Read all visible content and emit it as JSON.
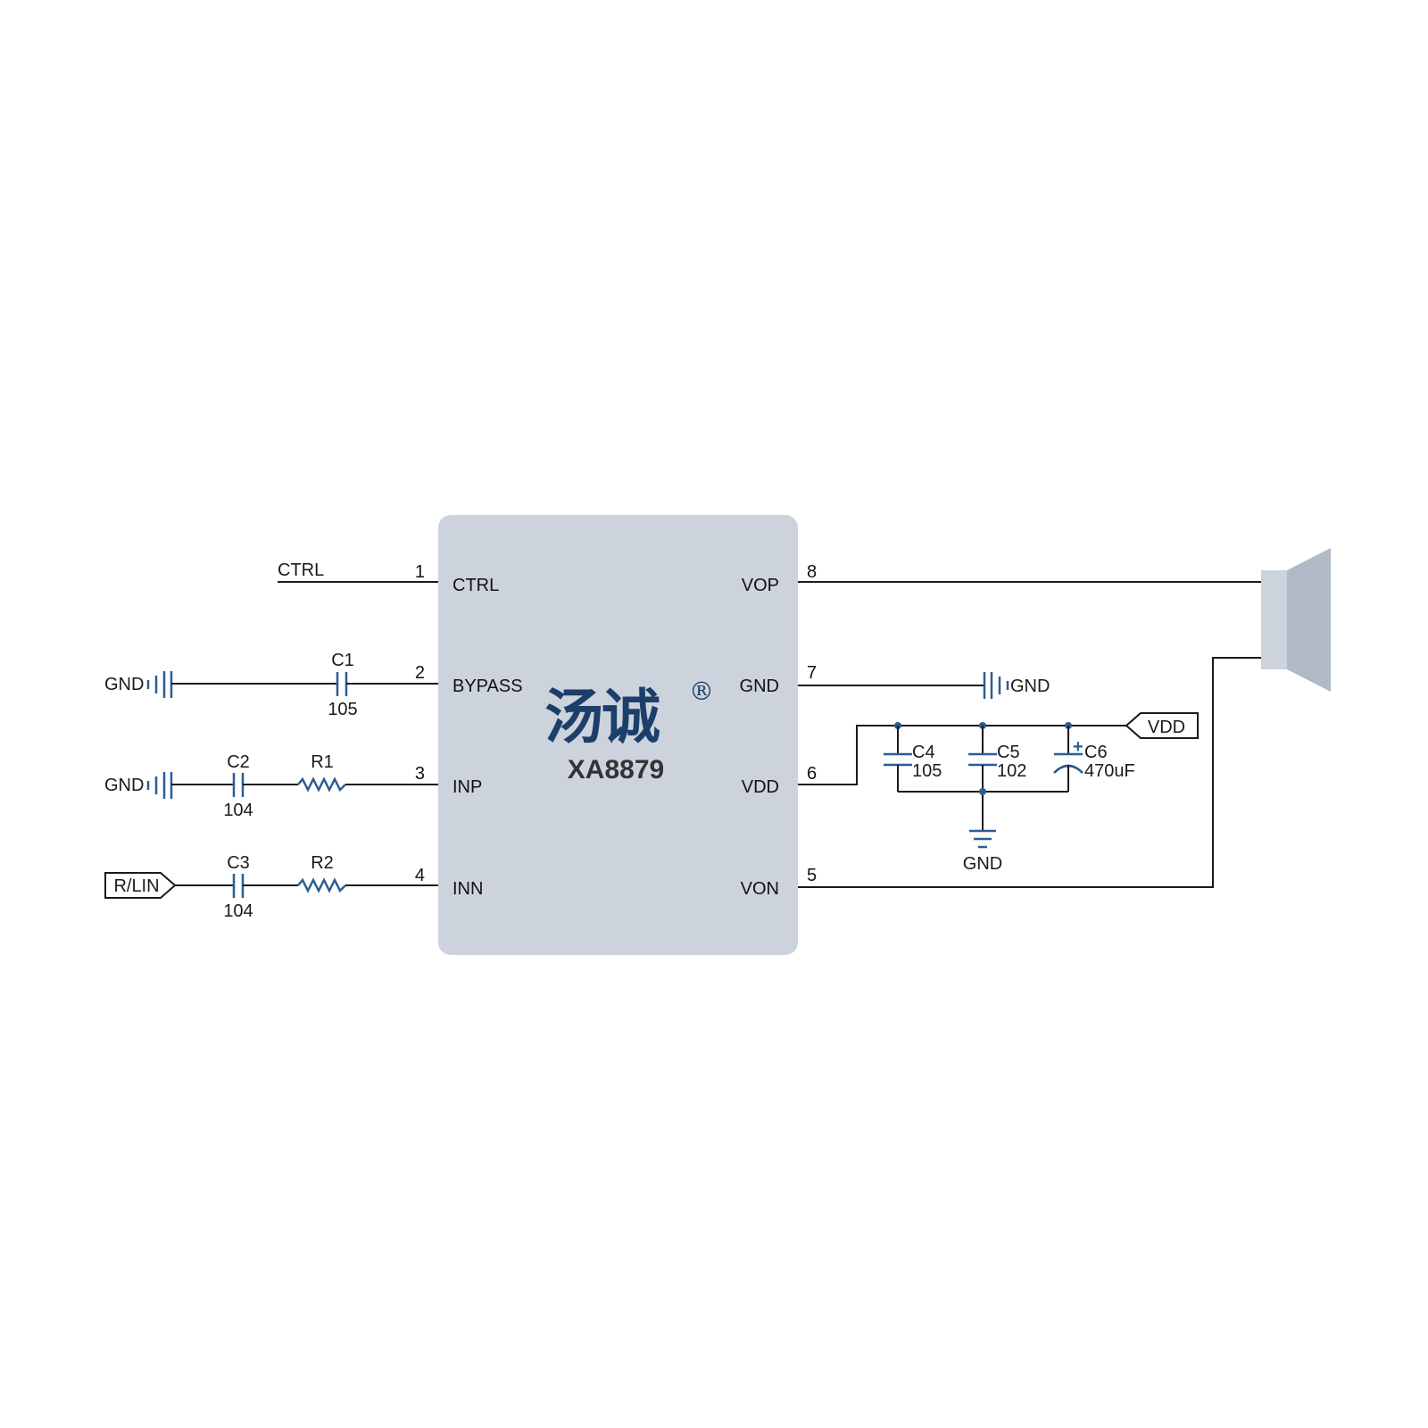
{
  "chip": {
    "part_number": "XA8879",
    "logo_text": "汤诚",
    "logo_mark": "®",
    "body_color": "#ccd3dd",
    "pins": [
      {
        "num": "1",
        "name": "CTRL"
      },
      {
        "num": "2",
        "name": "BYPASS"
      },
      {
        "num": "3",
        "name": "INP"
      },
      {
        "num": "4",
        "name": "INN"
      },
      {
        "num": "8",
        "name": "VOP"
      },
      {
        "num": "7",
        "name": "GND"
      },
      {
        "num": "6",
        "name": "VDD"
      },
      {
        "num": "5",
        "name": "VON"
      }
    ]
  },
  "nets": {
    "ctrl": "CTRL",
    "gnd_bypass": "GND",
    "gnd_inp": "GND",
    "rlin": "R/LIN",
    "gnd_pin7": "GND",
    "gnd_caps": "GND",
    "vdd": "VDD"
  },
  "components": {
    "c1": {
      "ref": "C1",
      "value": "105"
    },
    "c2": {
      "ref": "C2",
      "value": "104"
    },
    "c3": {
      "ref": "C3",
      "value": "104"
    },
    "r1": {
      "ref": "R1"
    },
    "r2": {
      "ref": "R2"
    },
    "c4": {
      "ref": "C4",
      "value": "105"
    },
    "c5": {
      "ref": "C5",
      "value": "102"
    },
    "c6": {
      "ref": "C6",
      "value": "470uF",
      "polarity": "+"
    }
  },
  "colors": {
    "component_blue": "#2c5d92",
    "wire": "#1a1a1a",
    "speaker_light": "#ccd3dd",
    "speaker_dark": "#b0b9c6"
  },
  "icons": [
    "ground-icon",
    "speaker-icon",
    "capacitor-icon",
    "resistor-icon",
    "polarized-capacitor-icon",
    "net-flag-icon"
  ]
}
